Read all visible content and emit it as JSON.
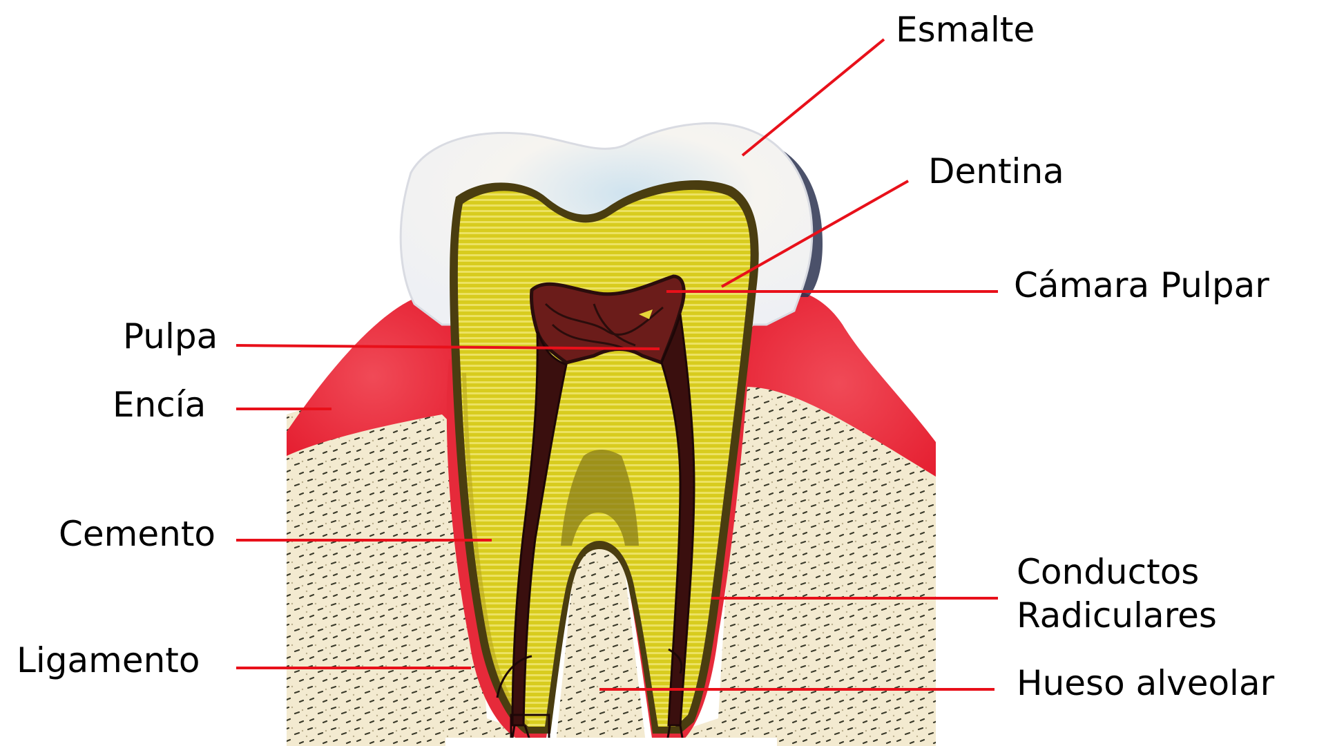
{
  "diagram": {
    "labels": {
      "esmalte": "Esmalte",
      "dentina": "Dentina",
      "camara_pulpar": "Cámara Pulpar",
      "pulpa": "Pulpa",
      "encia": "Encía",
      "cemento": "Cemento",
      "conductos_line1": "Conductos",
      "conductos_line2": "Radiculares",
      "ligamento": "Ligamento",
      "hueso_alveolar": "Hueso alveolar"
    }
  },
  "colors": {
    "leader_line": "#e8101a",
    "gum": "#ea2a3a",
    "gum_light": "#f58a93",
    "bone": "#f3ead0",
    "bone_speckle": "#3a3a2a",
    "enamel": "#f2f3f6",
    "enamel_shadow": "#2b3350",
    "dentin": "#d8cc1e",
    "dentin_stripe": "#f1e87a",
    "pulp": "#6b1c1a",
    "pulp_vessel": "#2a0d0c"
  }
}
